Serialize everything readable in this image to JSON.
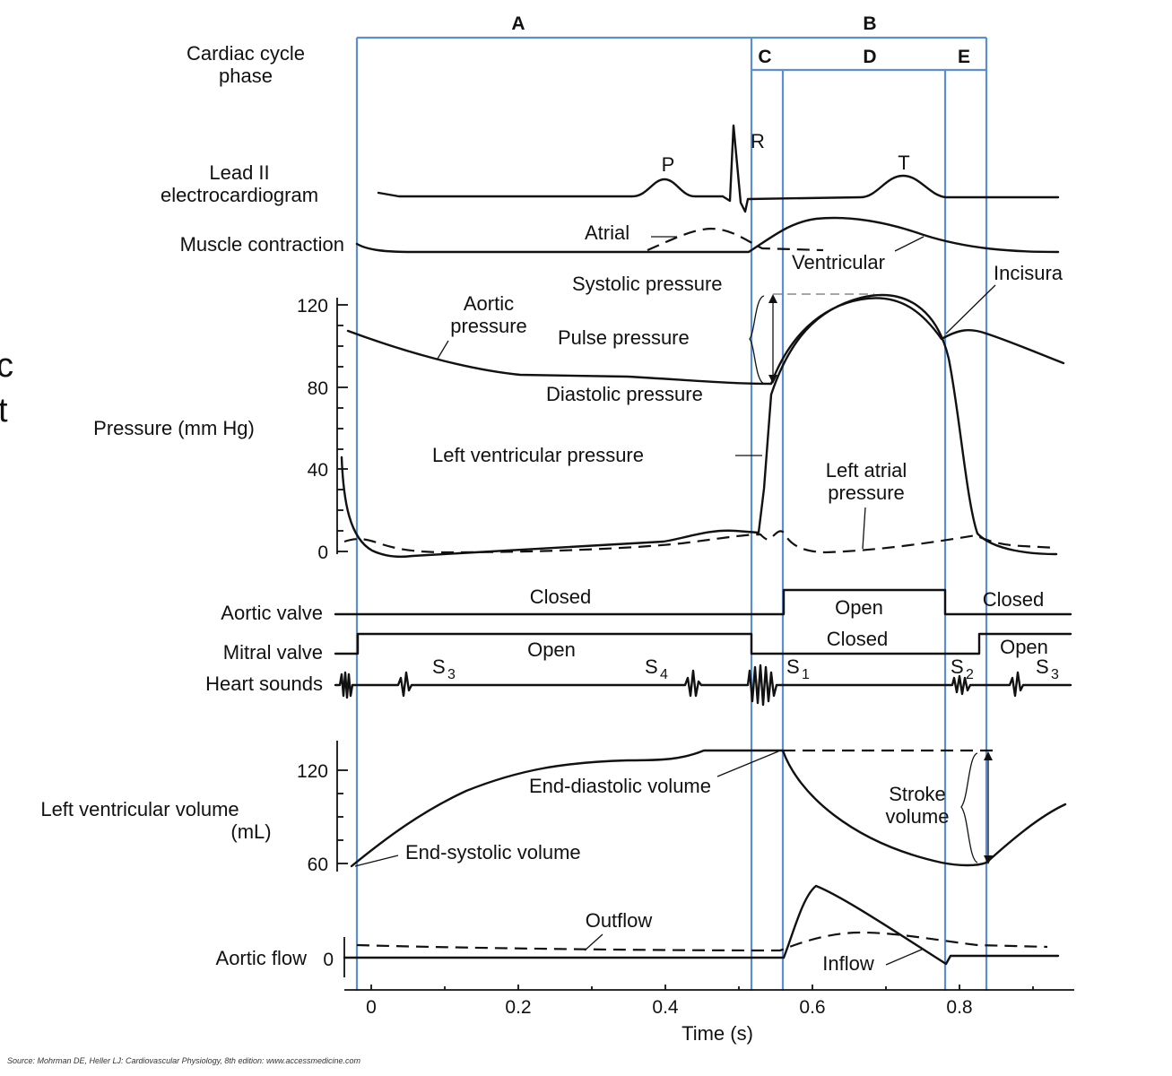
{
  "phases": {
    "A": "A",
    "B": "B",
    "C": "C",
    "D": "D",
    "E": "E"
  },
  "row_labels": {
    "cycle_phase_1": "Cardiac cycle",
    "cycle_phase_2": "phase",
    "ecg_1": "Lead II",
    "ecg_2": "electrocardiogram",
    "muscle": "Muscle contraction",
    "pressure": "Pressure (mm Hg)",
    "aortic_valve": "Aortic valve",
    "mitral_valve": "Mitral valve",
    "heart_sounds": "Heart sounds",
    "lv_volume_1": "Left ventricular volume",
    "lv_volume_2": "(mL)",
    "aortic_flow": "Aortic flow"
  },
  "annotations": {
    "P": "P",
    "R": "R",
    "T": "T",
    "atrial": "Atrial",
    "ventricular": "Ventricular",
    "systolic": "Systolic pressure",
    "incisura": "Incisura",
    "aortic_p_1": "Aortic",
    "aortic_p_2": "pressure",
    "pulse": "Pulse pressure",
    "diastolic": "Diastolic pressure",
    "lvp": "Left ventricular pressure",
    "lap_1": "Left atrial",
    "lap_2": "pressure",
    "closed": "Closed",
    "open": "Open",
    "S": "S",
    "s3": "3",
    "s4": "4",
    "s1": "1",
    "s2": "2",
    "edv": "End-diastolic volume",
    "esv": "End-systolic volume",
    "stroke_1": "Stroke",
    "stroke_2": "volume",
    "outflow": "Outflow",
    "inflow": "Inflow"
  },
  "axes": {
    "pressure_ticks": [
      "120",
      "80",
      "40",
      "0"
    ],
    "volume_ticks": [
      "120",
      "60"
    ],
    "flow_tick": "0",
    "time_ticks": [
      "0",
      "0.2",
      "0.4",
      "0.6",
      "0.8"
    ],
    "time_label": "Time (s)"
  },
  "edge_text": {
    "c": "c",
    "t": "t"
  },
  "source": "Source: Mohrman DE, Heller LJ: Cardiovascular Physiology, 8th edition: www.accessmedicine.com"
}
